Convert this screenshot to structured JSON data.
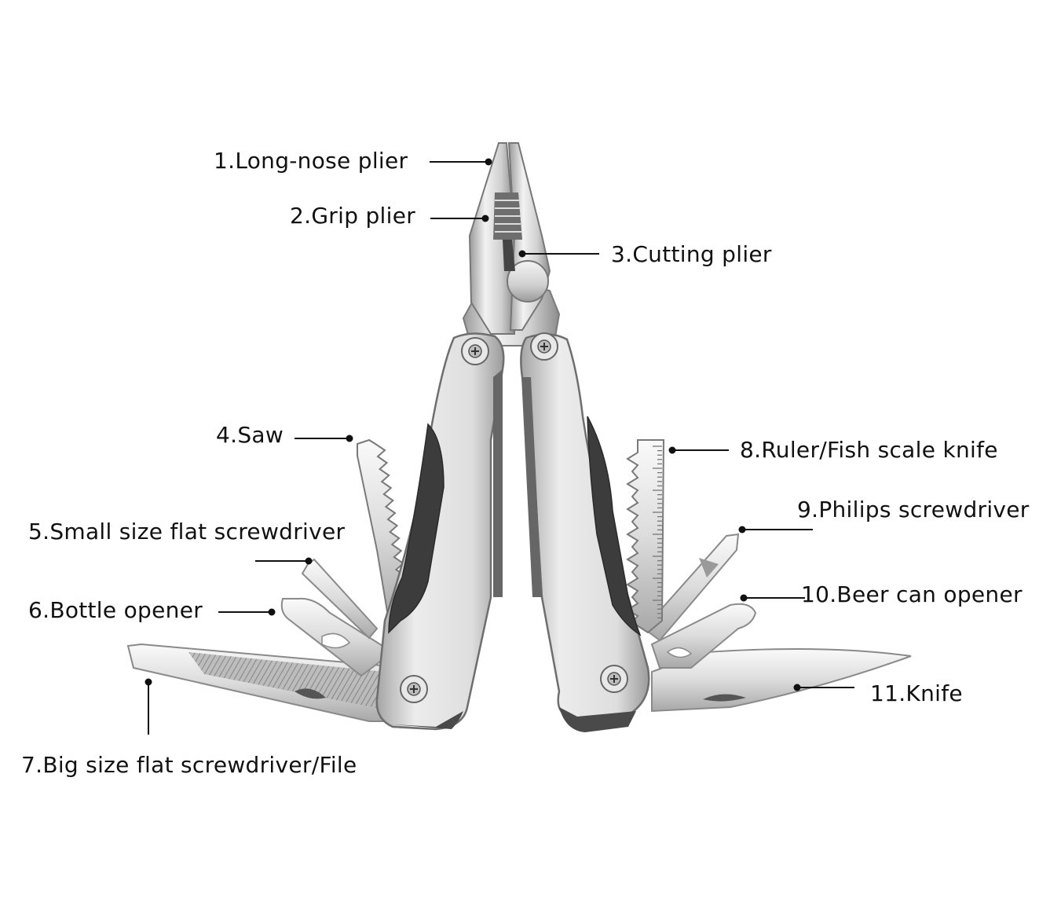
{
  "colors": {
    "text": "#111111",
    "leader": "#111111",
    "steel_light": "#f0f0f0",
    "steel_mid": "#c9c9c9",
    "steel_dark": "#8a8a8a",
    "handle_dark": "#3c3c3c",
    "background": "#ffffff"
  },
  "labels": [
    {
      "id": "long-nose-plier",
      "text": "1.Long-nose plier"
    },
    {
      "id": "grip-plier",
      "text": "2.Grip plier"
    },
    {
      "id": "cutting-plier",
      "text": "3.Cutting plier"
    },
    {
      "id": "saw",
      "text": "4.Saw"
    },
    {
      "id": "small-flat-screwdriver",
      "text": "5.Small size flat screwdriver"
    },
    {
      "id": "bottle-opener",
      "text": "6.Bottle opener"
    },
    {
      "id": "big-flat-screwdriver-file",
      "text": "7.Big size flat screwdriver/File"
    },
    {
      "id": "ruler-fish-scale-knife",
      "text": "8.Ruler/Fish scale knife"
    },
    {
      "id": "philips-screwdriver",
      "text": "9.Philips screwdriver"
    },
    {
      "id": "beer-can-opener",
      "text": "10.Beer can opener"
    },
    {
      "id": "knife",
      "text": "11.Knife"
    }
  ]
}
